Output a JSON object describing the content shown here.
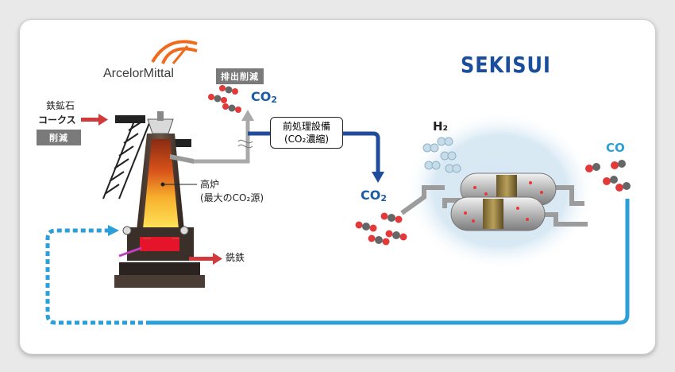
{
  "logos": {
    "arcelormittal": "ArcelorMittal",
    "sekisui": "SEKISUI"
  },
  "labels": {
    "ore": "鉄鉱石",
    "coke": "コークス",
    "reduce_tag": "削減",
    "emission_tag": "排出削減",
    "pretreat_line1": "前処理設備",
    "pretreat_line2": "(CO₂濃縮)",
    "furnace_line1": "高炉",
    "furnace_line2": "(最大のCO₂源)",
    "pig_iron": "銑鉄",
    "h2": "H₂",
    "co": "CO"
  },
  "co2": {
    "main": "CO",
    "sub": "2"
  },
  "colors": {
    "arrow_red": "#d13a3a",
    "pipe_blue": "#1f4c9b",
    "loop_blue": "#2a9fd9",
    "co_blue": "#2a9fd9",
    "tag_gray": "#7a7a7a"
  }
}
